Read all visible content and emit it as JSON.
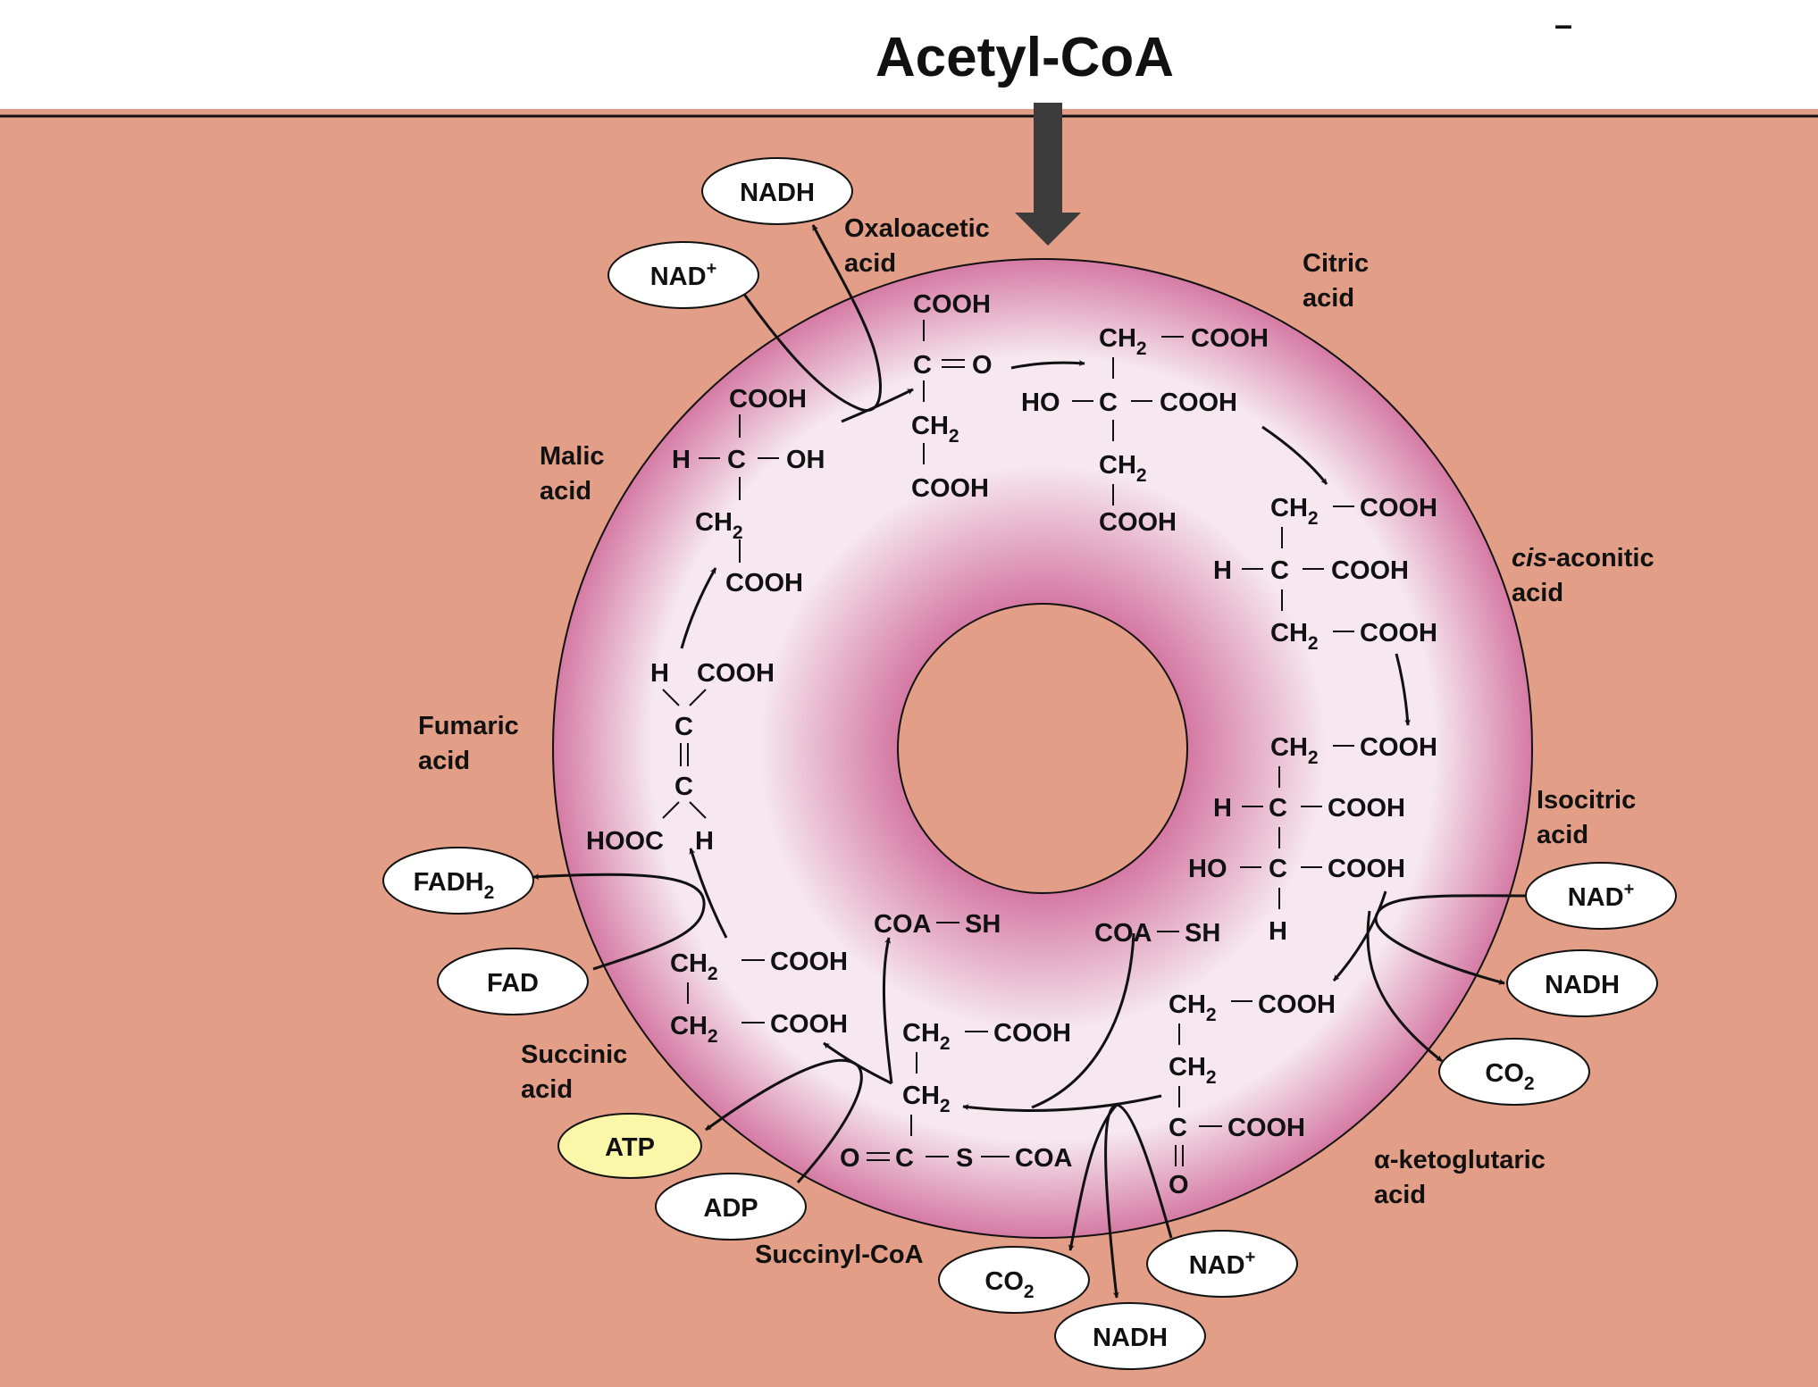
{
  "title": "Acetyl-CoA",
  "dash": "–",
  "colors": {
    "background": "#e29e86",
    "ring_dark": "#d57aa4",
    "ring_light": "#f6e8ee",
    "atp": "#fbf7a9"
  },
  "labels": {
    "oxaloacetic": [
      "Oxaloacetic",
      "acid"
    ],
    "citric": [
      "Citric",
      "acid"
    ],
    "cis_aconitic": [
      "cis",
      "-aconitic",
      "acid"
    ],
    "isocitric": [
      "Isocitric",
      "acid"
    ],
    "ketoglutaric": [
      "α-ketoglutaric",
      "acid"
    ],
    "succinyl": "Succinyl-CoA",
    "succinic": [
      "Succinic",
      "acid"
    ],
    "fumaric": [
      "Fumaric",
      "acid"
    ],
    "malic": [
      "Malic",
      "acid"
    ]
  },
  "ovals": {
    "nadh_top": "NADH",
    "nad_top": "NAD",
    "nad_right": "NAD",
    "nadh_right": "NADH",
    "co2_right": "CO",
    "nad_bottom": "NAD",
    "nadh_bottom": "NADH",
    "co2_bottom": "CO",
    "adp": "ADP",
    "atp": "ATP",
    "fad": "FAD",
    "fadh2": "FADH",
    "sub_2": "2",
    "sup_plus": "+"
  },
  "chem": {
    "cooh": "COOH",
    "hooc": "HOOC",
    "c": "C",
    "o": "O",
    "h": "H",
    "ho": "HO",
    "oh": "OH",
    "s": "S",
    "ch": "CH",
    "sub2": "2",
    "coa": "COA",
    "sh": "SH"
  }
}
